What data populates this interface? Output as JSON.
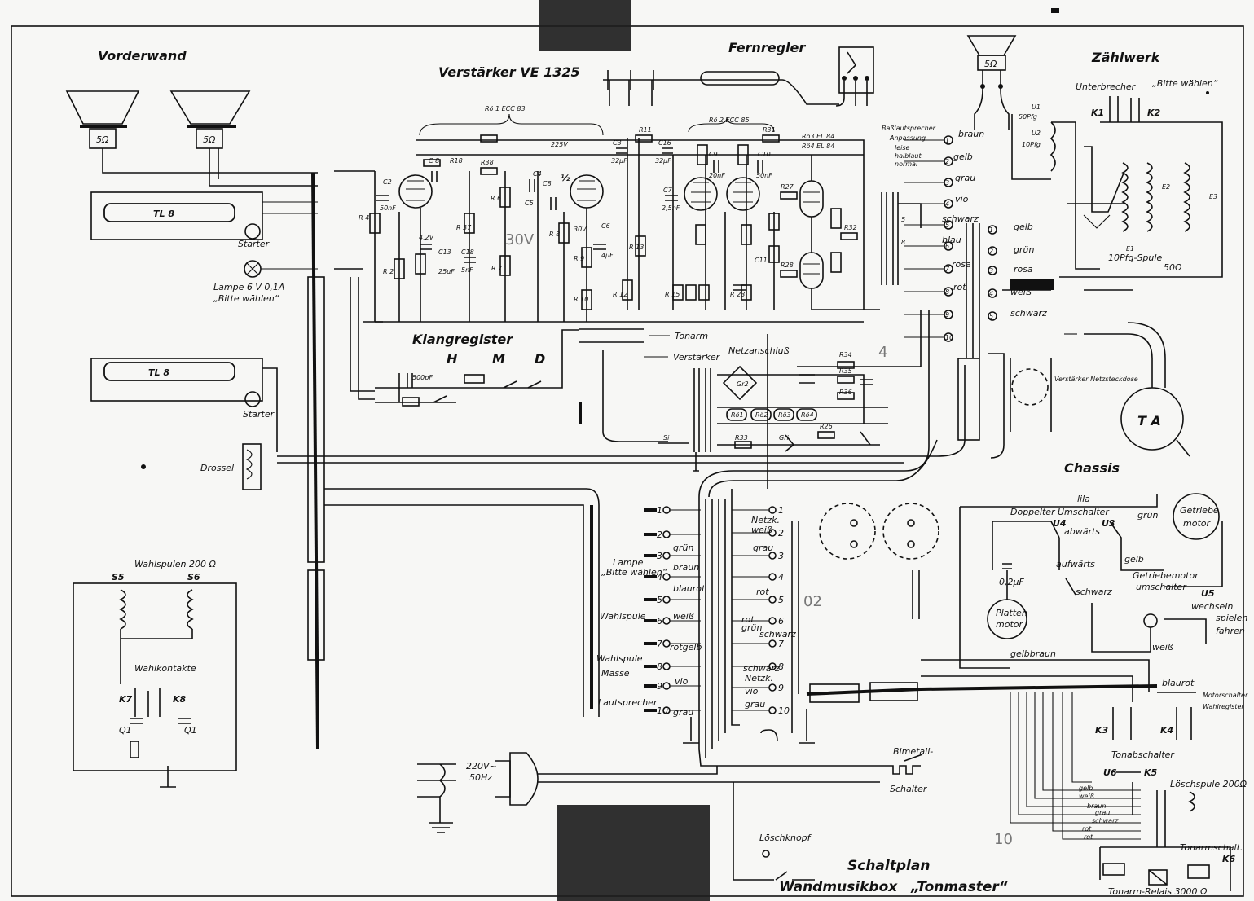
{
  "sections": {
    "vorderwand": "Vorderwand",
    "amplifier": "Verstärker VE 1325",
    "fernregler": "Fernregler",
    "zaehlwerk": "Zählwerk",
    "klangregister": "Klangregister",
    "chassis": "Chassis",
    "title_line1": "Schaltplan",
    "title_line2_a": "Wandmusikbox",
    "title_line2_b": "„Tonmaster“"
  },
  "speakers": {
    "front_left": "5Ω",
    "front_right": "5Ω",
    "fernregler": "5Ω"
  },
  "tubes": {
    "rö1": "Rö 1 ECC 83",
    "rö2": "Rö 2 ECC 85",
    "rö3": "Rö3 EL 84",
    "rö4": "Rö4 EL 84"
  },
  "labels": {
    "tl8_top": "TL 8",
    "tl8_bottom": "TL 8",
    "starter_top": "Starter",
    "starter_bottom": "Starter",
    "lampe": "Lampe 6 V 0,1A",
    "lampe_note": "„Bitte wählen“",
    "drossel": "Drossel",
    "wahlspulen": "Wahlspulen 200 Ω",
    "s5": "S5",
    "s6": "S6",
    "wahlkontakte": "Wahlkontakte",
    "k7": "K7",
    "k8": "K8",
    "q1a": "Q1",
    "q1b": "Q1",
    "h": "H",
    "m": "M",
    "d": "D",
    "tonarm": "Tonarm",
    "verstaerker": "Verstärker",
    "netzanschluss": "Netzanschluß",
    "v220": "220V~",
    "hz50": "50Hz",
    "bimetall": "Bimetall-",
    "schalter": "Schalter",
    "loeschknopf": "Löschknopf",
    "ta": "T A",
    "verst_netz": "Verstärker Netzsteckdose",
    "lila": "lila",
    "doppelter": "Doppelter",
    "umschalter": "Umschalter",
    "u4": "U4",
    "u3": "U3",
    "abwaerts": "abwärts",
    "aufwaerts": "aufwärts",
    "schwarz": "schwarz",
    "gruen": "grün",
    "gelb": "gelb",
    "platten": "Platten",
    "motor": "motor",
    "getriebe": "Getriebe",
    "getriebe_motor": "motor",
    "getriebemotor": "Getriebemotor",
    "umschalter2": "umschalter",
    "u5": "U5",
    "wechseln": "wechseln",
    "spielen": "spielen",
    "fahren": "fahren",
    "weiss": "weiß",
    "gelbbraun": "gelbbraun",
    "blaurot": "blaurot",
    "motorschalter": "Motorschalter",
    "wahlregister": "Wahlregister",
    "k3": "K3",
    "k4": "K4",
    "tonabschalter": "Tonabschalter",
    "u6": "U6",
    "k5": "K5",
    "loeschspule": "Löschspule 200Ω",
    "tonarmschalt": "Tonarmschalt.",
    "k6": "K6",
    "tonarmrelais": "Tonarm-Relais 3000 Ω",
    "unterbrecher": "Unterbrecher",
    "bitte_waehlen": "„Bitte wählen“",
    "k1": "K1",
    "k2": "K2",
    "u1": "U1",
    "u2": "U2",
    "pfg50": "50Pfg",
    "pfg10": "10Pfg",
    "spule": "10Pfg-Spule",
    "spule_ohm": "50Ω",
    "e1": "E1",
    "e2": "E2",
    "e3": "E3",
    "anpassung1": "Baßlautsprecher",
    "anpassung2": "Anpassung",
    "anpassung3": "leise",
    "anpassung4": "halblaut",
    "anpassung5": "normal",
    "gr2": "Gr2",
    "si": "Si",
    "gri": "Gri",
    "v30": "30V",
    "v42": "4,2V",
    "v225": "225V"
  },
  "components": {
    "c2": "C2",
    "c2v": "50nF",
    "r4": "R 4",
    "r2": "R 2",
    "c8": "C 8",
    "r18": "R18",
    "r38": "R38",
    "r37": "R 37",
    "c4": "C4",
    "c5": "C5",
    "c8b": "C8",
    "c6": "C6",
    "c18": "C18",
    "c18v": "5nF",
    "r6": "R 6",
    "r7": "R 7",
    "r8": "R 8",
    "r9": "R 9",
    "r10": "R 10",
    "r11": "R11",
    "r12": "R 12",
    "r13": "R 13",
    "c3": "C3",
    "c3v": "32μF",
    "c16": "C16",
    "c16v": "32μF",
    "c7": "C7",
    "c7v": "2,5nF",
    "c9": "C9",
    "c9v": "20nF",
    "c10": "C10",
    "c10v": "50nF",
    "c11": "C11",
    "r15": "R 15",
    "r23": "R 23",
    "r27": "R27",
    "r28": "R28",
    "r31": "R31",
    "r32": "R32",
    "r33": "R33",
    "r34": "R34",
    "r35": "R35",
    "r36": "R36",
    "r26": "R26",
    "c13": "C13",
    "c13v": "25μF",
    "c6v": "4μF"
  },
  "resistor_boxes": [
    "Rö1",
    "Rö2",
    "Rö3",
    "Rö4"
  ],
  "terminals_amp": [
    "braun",
    "gelb",
    "grau",
    "vio",
    "schwarz",
    "blau",
    "rosa",
    "rot"
  ],
  "terminals_right": [
    "gelb",
    "grün",
    "rosa",
    "weiß",
    "schwarz"
  ],
  "strip_left": {
    "rows": [
      "1",
      "2",
      "3",
      "4",
      "5",
      "6",
      "7",
      "8",
      "9",
      "10"
    ],
    "labels": {
      "lampe": "Lampe",
      "lampe2": "„Bitte wählen“",
      "wahlspule": "Wahlspule",
      "wahlspule2": "Wahlspule",
      "masse": "Masse",
      "lautsprecher": "Lautsprecher"
    },
    "colors": [
      "grün",
      "braun",
      "blaurot",
      "weiß",
      "rotgelb",
      "vio",
      "grau"
    ]
  },
  "strip_right": {
    "rows": [
      "1",
      "2",
      "3",
      "4",
      "5",
      "6",
      "7",
      "8",
      "9",
      "10"
    ],
    "labels": {
      "netzk": "Netzk.",
      "weiss": "weiß",
      "grau": "grau",
      "rot": "rot",
      "rot2": "rot",
      "gruen": "grün",
      "schwarz": "schwarz",
      "schwarz2": "schwarz",
      "netzk2": "Netzk.",
      "vio": "vio",
      "grau2": "grau"
    }
  },
  "relay_wires": [
    "gelb",
    "weiß",
    "braun",
    "grau",
    "schwarz",
    "rot",
    "rot"
  ],
  "pencil_marks": {
    "a": "30V",
    "b": "02",
    "c": "10",
    "d": "4"
  }
}
